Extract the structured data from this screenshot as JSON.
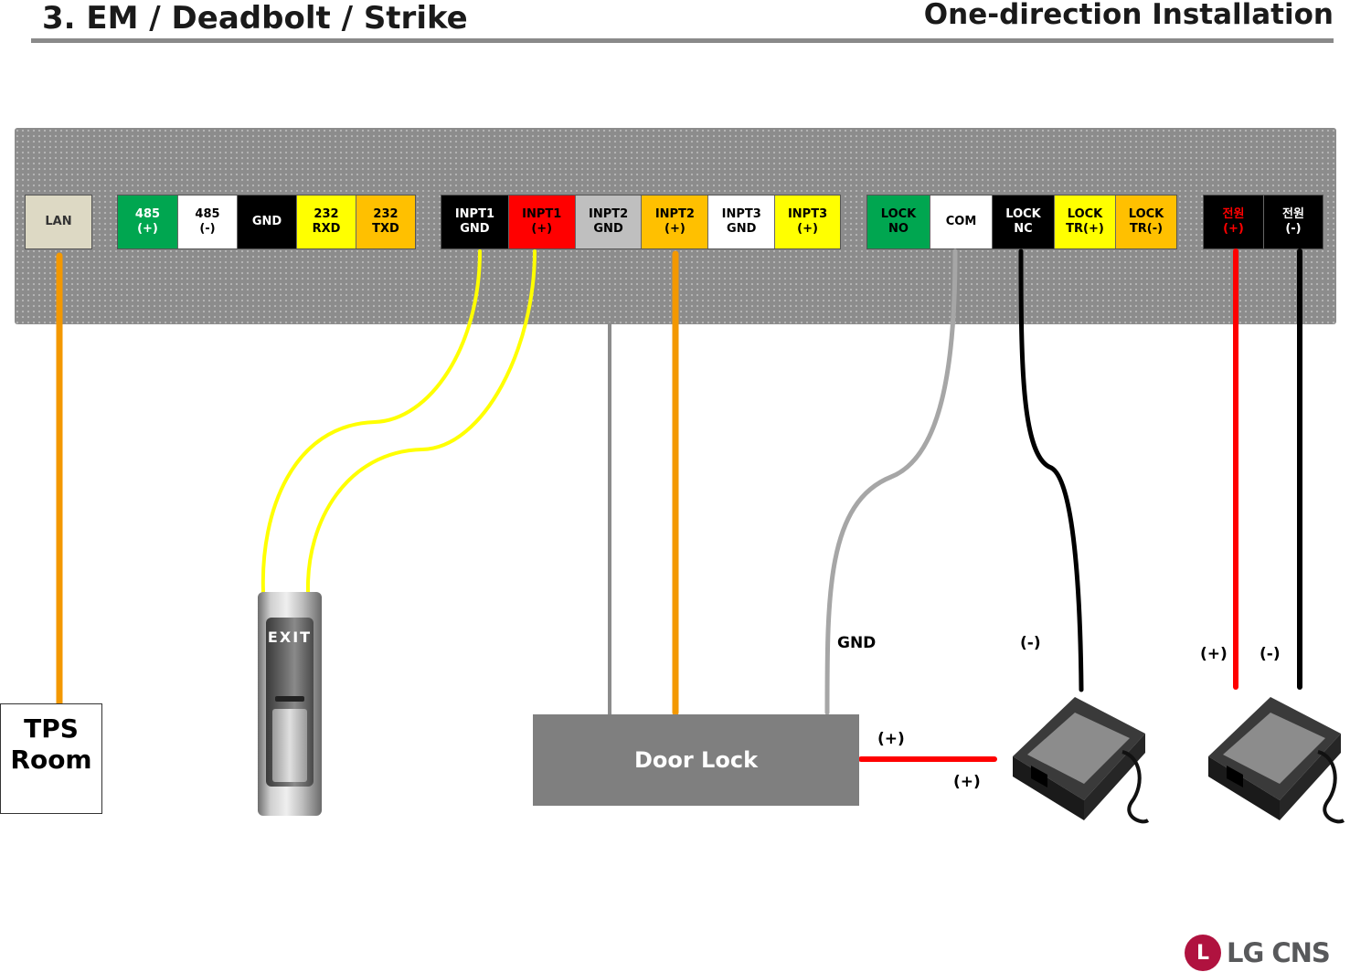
{
  "header": {
    "title": "3. EM / Deadbolt / Strike",
    "subtitle": "One-direction Installation"
  },
  "terminal_blocks": [
    {
      "terminals": [
        {
          "label": "LAN",
          "bg": "#ddd9c4",
          "fg": "#333333"
        }
      ]
    },
    {
      "terminals": [
        {
          "label": "485\n(+)",
          "bg": "#00a650",
          "fg": "#ffffff"
        },
        {
          "label": "485\n(-)",
          "bg": "#ffffff",
          "fg": "#000000"
        },
        {
          "label": "GND",
          "bg": "#000000",
          "fg": "#ffffff"
        },
        {
          "label": "232\nRXD",
          "bg": "#ffff00",
          "fg": "#000000"
        },
        {
          "label": "232\nTXD",
          "bg": "#ffc000",
          "fg": "#000000"
        }
      ]
    },
    {
      "terminals": [
        {
          "label": "INPT1\nGND",
          "bg": "#000000",
          "fg": "#ffffff"
        },
        {
          "label": "INPT1\n(+)",
          "bg": "#ff0000",
          "fg": "#000000"
        },
        {
          "label": "INPT2\nGND",
          "bg": "#bfbfbf",
          "fg": "#000000"
        },
        {
          "label": "INPT2\n(+)",
          "bg": "#ffc000",
          "fg": "#000000"
        },
        {
          "label": "INPT3\nGND",
          "bg": "#ffffff",
          "fg": "#000000"
        },
        {
          "label": "INPT3\n(+)",
          "bg": "#ffff00",
          "fg": "#000000"
        }
      ]
    },
    {
      "terminals": [
        {
          "label": "LOCK\nNO",
          "bg": "#00a650",
          "fg": "#000000"
        },
        {
          "label": "COM",
          "bg": "#ffffff",
          "fg": "#000000"
        },
        {
          "label": "LOCK\nNC",
          "bg": "#000000",
          "fg": "#ffffff"
        },
        {
          "label": "LOCK\nTR(+)",
          "bg": "#ffff00",
          "fg": "#000000"
        },
        {
          "label": "LOCK\nTR(-)",
          "bg": "#ffc000",
          "fg": "#000000"
        }
      ]
    },
    {
      "terminals": [
        {
          "label": "전원\n(+)",
          "bg": "#000000",
          "fg": "#ff0000"
        },
        {
          "label": "전원\n(-)",
          "bg": "#000000",
          "fg": "#ffffff"
        }
      ]
    }
  ],
  "devices": {
    "tps_room": "TPS\nRoom",
    "door_lock": "Door Lock",
    "exit_button": "EXIT"
  },
  "wire_labels": {
    "gnd": "GND",
    "neg1": "(-)",
    "pos_power": "(+)",
    "neg_power": "(-)",
    "pos_door": "(+)",
    "pos_adapter": "(+)"
  },
  "wire_colors": {
    "lan": "#f39800",
    "exit": "#ffff00",
    "gray": "#a6a6a6",
    "black": "#000000",
    "red": "#ff0000"
  },
  "logo": "LG CNS"
}
